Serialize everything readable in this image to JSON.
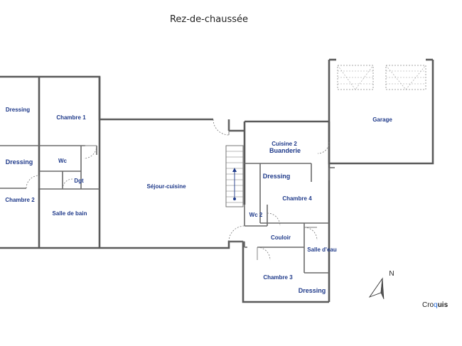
{
  "title": "Rez-de-chaussée",
  "rooms": {
    "dressing_top_left": "Dressing",
    "chambre_1": "Chambre 1",
    "dressing_left": "Dressing",
    "wc_1": "Wc",
    "dgt": "Dgt",
    "chambre_2": "Chambre 2",
    "salle_de_bain": "Salle de bain",
    "sejour_cuisine": "Séjour-cuisine",
    "cuisine_2": "Cuisine 2",
    "buanderie": "Buanderie",
    "dressing_middle": "Dressing",
    "chambre_4": "Chambre 4",
    "wc_2": "Wc 2",
    "couloir": "Couloir",
    "salle_d_eau": "Salle d'eau",
    "chambre_3": "Chambre 3",
    "dressing_bottom": "Dressing",
    "garage": "Garage"
  },
  "compass": {
    "letter": "N"
  },
  "brand": {
    "prefix": "Cro",
    "accent": "q",
    "suffix": "uis"
  },
  "colors": {
    "walls": "#5a5a5a",
    "labels": "#1f3a8a",
    "brand_accent": "#2a6fdb"
  }
}
